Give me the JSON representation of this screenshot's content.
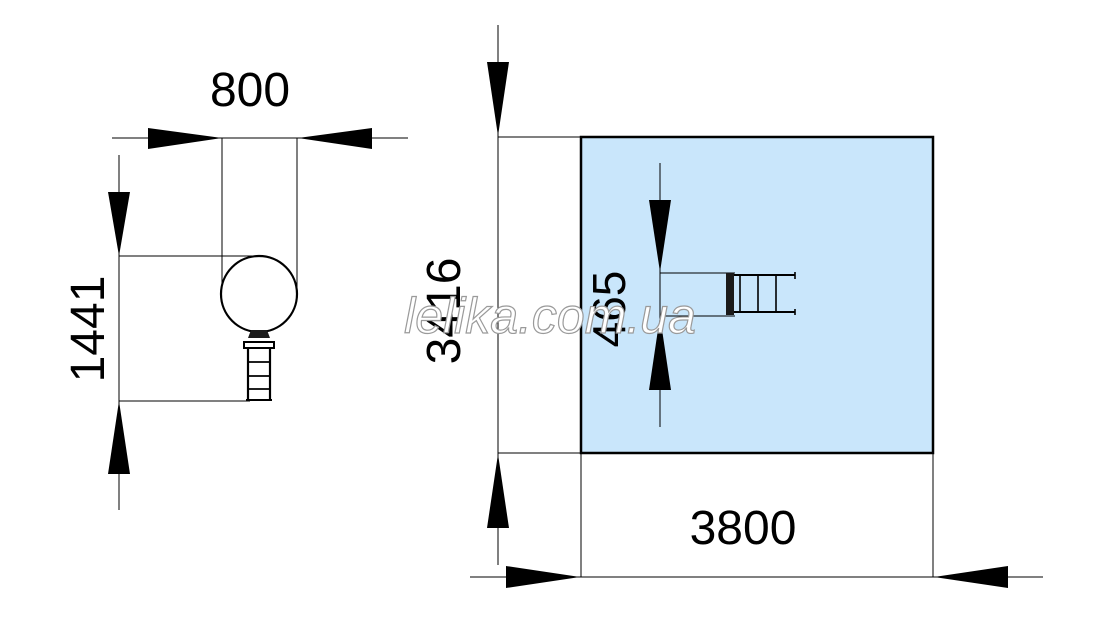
{
  "dimensions": {
    "left_width": "800",
    "left_height": "1441",
    "right_height": "3416",
    "right_width": "3800",
    "inner_height": "465"
  },
  "watermark": "lelika.com.ua",
  "colors": {
    "area_fill": "#c9e6fb",
    "line": "#000000"
  }
}
